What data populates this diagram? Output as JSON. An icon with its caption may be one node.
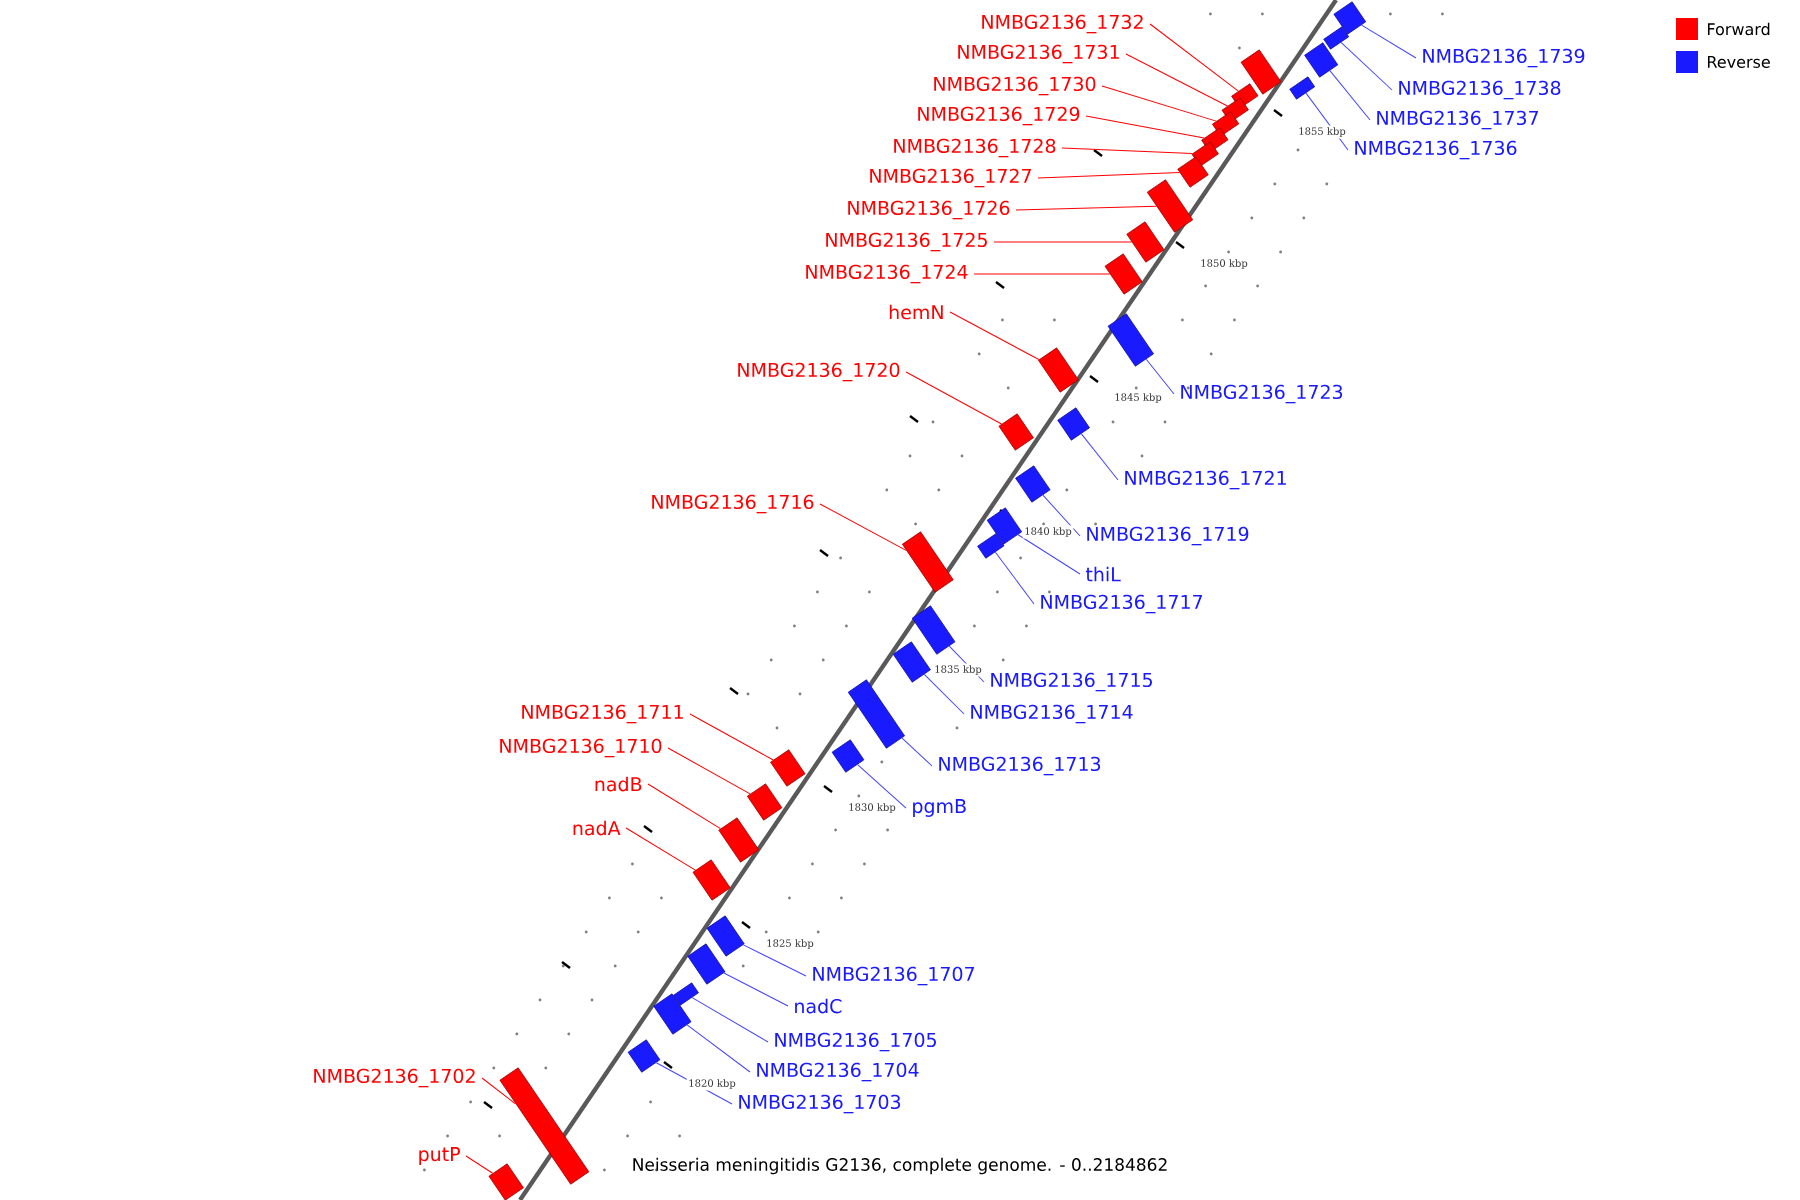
{
  "diagram": {
    "caption": "Neisseria meningitidis G2136, complete genome. - 0..2184862",
    "nodes": [
      {
        "text": [
          "NMBG2136_1732"
        ]
      },
      {
        "text": [
          "NMBG2136_1731"
        ]
      },
      {
        "text": [
          "NMBG2136_1730"
        ]
      },
      {
        "text": [
          "NMBG2136_1729"
        ]
      },
      {
        "text": [
          "NMBG2136_1728"
        ]
      },
      {
        "text": [
          "NMBG2136_1727"
        ]
      },
      {
        "text": [
          "NMBG2136_1726"
        ]
      },
      {
        "text": [
          "NMBG2136_1725"
        ]
      },
      {
        "text": [
          "NMBG2136_1724"
        ]
      },
      {
        "text": [
          "hemN"
        ]
      },
      {
        "text": [
          "NMBG2136_1720"
        ]
      },
      {
        "text": [
          "NMBG2136_1716"
        ]
      },
      {
        "text": [
          "NMBG2136_1711"
        ]
      },
      {
        "text": [
          "NMBG2136_1710"
        ]
      },
      {
        "text": [
          "nadB"
        ]
      },
      {
        "text": [
          "nadA"
        ]
      },
      {
        "text": [
          "NMBG2136_1702"
        ]
      },
      {
        "text": [
          "putP"
        ]
      },
      {
        "text": [
          "NMBG2136_1739"
        ]
      },
      {
        "text": [
          "NMBG2136_1738"
        ]
      },
      {
        "text": [
          "NMBG2136_1737"
        ]
      },
      {
        "text": [
          "NMBG2136_1736"
        ]
      },
      {
        "text": [
          "NMBG2136_1723"
        ]
      },
      {
        "text": [
          "NMBG2136_1721"
        ]
      },
      {
        "text": [
          "NMBG2136_1719"
        ]
      },
      {
        "text": [
          "thiL"
        ]
      },
      {
        "text": [
          "NMBG2136_1717"
        ]
      },
      {
        "text": [
          "NMBG2136_1715"
        ]
      },
      {
        "text": [
          "NMBG2136_1714"
        ]
      },
      {
        "text": [
          "NMBG2136_1713"
        ]
      },
      {
        "text": [
          "pgmB"
        ]
      },
      {
        "text": [
          "NMBG2136_1707"
        ]
      },
      {
        "text": [
          "nadC"
        ]
      },
      {
        "text": [
          "NMBG2136_1705"
        ]
      },
      {
        "text": [
          "NMBG2136_1704"
        ]
      },
      {
        "text": [
          "NMBG2136_1703"
        ]
      },
      {
        "text": [],
        "shape": "box"
      },
      {
        "text": [],
        "shape": "box"
      },
      {
        "text": [],
        "shape": "box"
      },
      {
        "text": [],
        "shape": "box"
      },
      {
        "text": [],
        "shape": "box"
      },
      {
        "text": [],
        "shape": "box"
      },
      {
        "text": [],
        "shape": "box"
      },
      {
        "text": [],
        "shape": "box"
      },
      {
        "text": [],
        "shape": "box"
      },
      {
        "text": [],
        "shape": "box"
      },
      {
        "text": [],
        "shape": "box"
      },
      {
        "text": [],
        "shape": "box"
      },
      {
        "text": [],
        "shape": "box"
      },
      {
        "text": [],
        "shape": "box"
      },
      {
        "text": [],
        "shape": "box"
      },
      {
        "text": [],
        "shape": "box"
      },
      {
        "text": [],
        "shape": "box"
      },
      {
        "text": [],
        "shape": "box"
      },
      {
        "text": [],
        "shape": "box"
      },
      {
        "text": [],
        "shape": "box"
      },
      {
        "text": [],
        "shape": "box"
      },
      {
        "text": [],
        "shape": "box"
      },
      {
        "text": [],
        "shape": "box"
      },
      {
        "text": [],
        "shape": "box"
      },
      {
        "text": [],
        "shape": "box"
      },
      {
        "text": [],
        "shape": "box"
      },
      {
        "text": [],
        "shape": "box"
      },
      {
        "text": [],
        "shape": "box"
      },
      {
        "text": [],
        "shape": "box"
      },
      {
        "text": [],
        "shape": "box"
      },
      {
        "text": [],
        "shape": "box"
      },
      {
        "text": [],
        "shape": "box"
      },
      {
        "text": [],
        "shape": "box"
      },
      {
        "text": [],
        "shape": "box"
      },
      {
        "text": [],
        "shape": "box"
      },
      {
        "text": [],
        "shape": "box"
      },
      {
        "text": [],
        "shape": "box"
      }
    ],
    "edges": [
      {
        "from": 0,
        "to": 37,
        "arrow": "none",
        "color": "#ff0000"
      },
      {
        "from": 1,
        "to": 38,
        "arrow": "none",
        "color": "#ff0000"
      },
      {
        "from": 2,
        "to": 39,
        "arrow": "none",
        "color": "#ff0000"
      },
      {
        "from": 3,
        "to": 40,
        "arrow": "none",
        "color": "#ff0000"
      },
      {
        "from": 4,
        "to": 41,
        "arrow": "none",
        "color": "#ff0000"
      },
      {
        "from": 5,
        "to": 42,
        "arrow": "none",
        "color": "#ff0000"
      },
      {
        "from": 6,
        "to": 43,
        "arrow": "none",
        "color": "#ff0000"
      },
      {
        "from": 7,
        "to": 44,
        "arrow": "none",
        "color": "#ff0000"
      },
      {
        "from": 8,
        "to": 45,
        "arrow": "none",
        "color": "#ff0000"
      },
      {
        "from": 9,
        "to": 46,
        "arrow": "none",
        "color": "#ff0000"
      },
      {
        "from": 10,
        "to": 47,
        "arrow": "none",
        "color": "#ff0000"
      },
      {
        "from": 11,
        "to": 48,
        "arrow": "none",
        "color": "#ff0000"
      },
      {
        "from": 12,
        "to": 49,
        "arrow": "none",
        "color": "#ff0000"
      },
      {
        "from": 13,
        "to": 50,
        "arrow": "none",
        "color": "#ff0000"
      },
      {
        "from": 14,
        "to": 51,
        "arrow": "none",
        "color": "#ff0000"
      },
      {
        "from": 15,
        "to": 52,
        "arrow": "none",
        "color": "#ff0000"
      },
      {
        "from": 16,
        "to": 53,
        "arrow": "none",
        "color": "#ff0000"
      },
      {
        "from": 17,
        "to": 54,
        "arrow": "none",
        "color": "#ff0000"
      },
      {
        "from": 18,
        "to": 55,
        "arrow": "none",
        "color": "#4444ff"
      },
      {
        "from": 19,
        "to": 56,
        "arrow": "none",
        "color": "#4444ff"
      },
      {
        "from": 20,
        "to": 57,
        "arrow": "none",
        "color": "#4444ff"
      },
      {
        "from": 21,
        "to": 58,
        "arrow": "none",
        "color": "#4444ff"
      },
      {
        "from": 22,
        "to": 59,
        "arrow": "none",
        "color": "#4444ff"
      },
      {
        "from": 23,
        "to": 60,
        "arrow": "none",
        "color": "#4444ff"
      },
      {
        "from": 24,
        "to": 61,
        "arrow": "none",
        "color": "#4444ff"
      },
      {
        "from": 25,
        "to": 62,
        "arrow": "none",
        "color": "#4444ff"
      },
      {
        "from": 26,
        "to": 63,
        "arrow": "none",
        "color": "#4444ff"
      },
      {
        "from": 27,
        "to": 64,
        "arrow": "none",
        "color": "#4444ff"
      },
      {
        "from": 28,
        "to": 65,
        "arrow": "none",
        "color": "#4444ff"
      },
      {
        "from": 29,
        "to": 66,
        "arrow": "none",
        "color": "#4444ff"
      },
      {
        "from": 30,
        "to": 67,
        "arrow": "none",
        "color": "#4444ff"
      },
      {
        "from": 31,
        "to": 68,
        "arrow": "none",
        "color": "#4444ff"
      },
      {
        "from": 32,
        "to": 69,
        "arrow": "none",
        "color": "#4444ff"
      },
      {
        "from": 33,
        "to": 70,
        "arrow": "none",
        "color": "#4444ff"
      },
      {
        "from": 34,
        "to": 71,
        "arrow": "none",
        "color": "#4444ff"
      },
      {
        "from": 35,
        "to": 72,
        "arrow": "none",
        "color": "#4444ff"
      }
    ],
    "labels": [
      "1855 kbp",
      "1850 kbp",
      "1845 kbp",
      "1840 kbp",
      "1835 kbp",
      "1830 kbp",
      "1825 kbp",
      "1820 kbp"
    ],
    "legend": [
      {
        "text": "Forward",
        "color": "#ff0000"
      },
      {
        "text": "Reverse",
        "color": "#1a1aff"
      }
    ]
  }
}
